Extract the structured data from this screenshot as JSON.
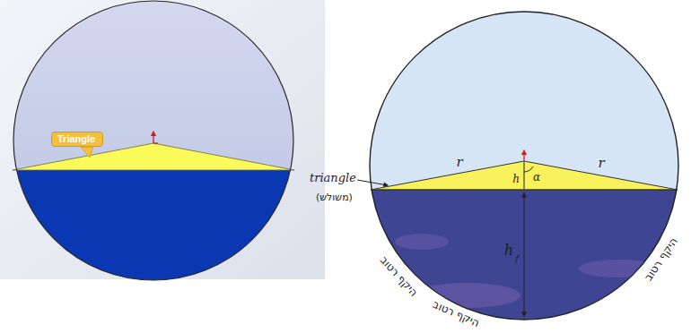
{
  "diagram": {
    "nodes": [
      {
        "text": [
          "Triangle"
        ]
      }
    ],
    "labels": [
      "r",
      "r",
      "α",
      "h",
      "h",
      "f",
      "triangle",
      "(משולש)",
      "היקף רטוב",
      "היקף רטוב",
      "היקף רטוב"
    ]
  }
}
